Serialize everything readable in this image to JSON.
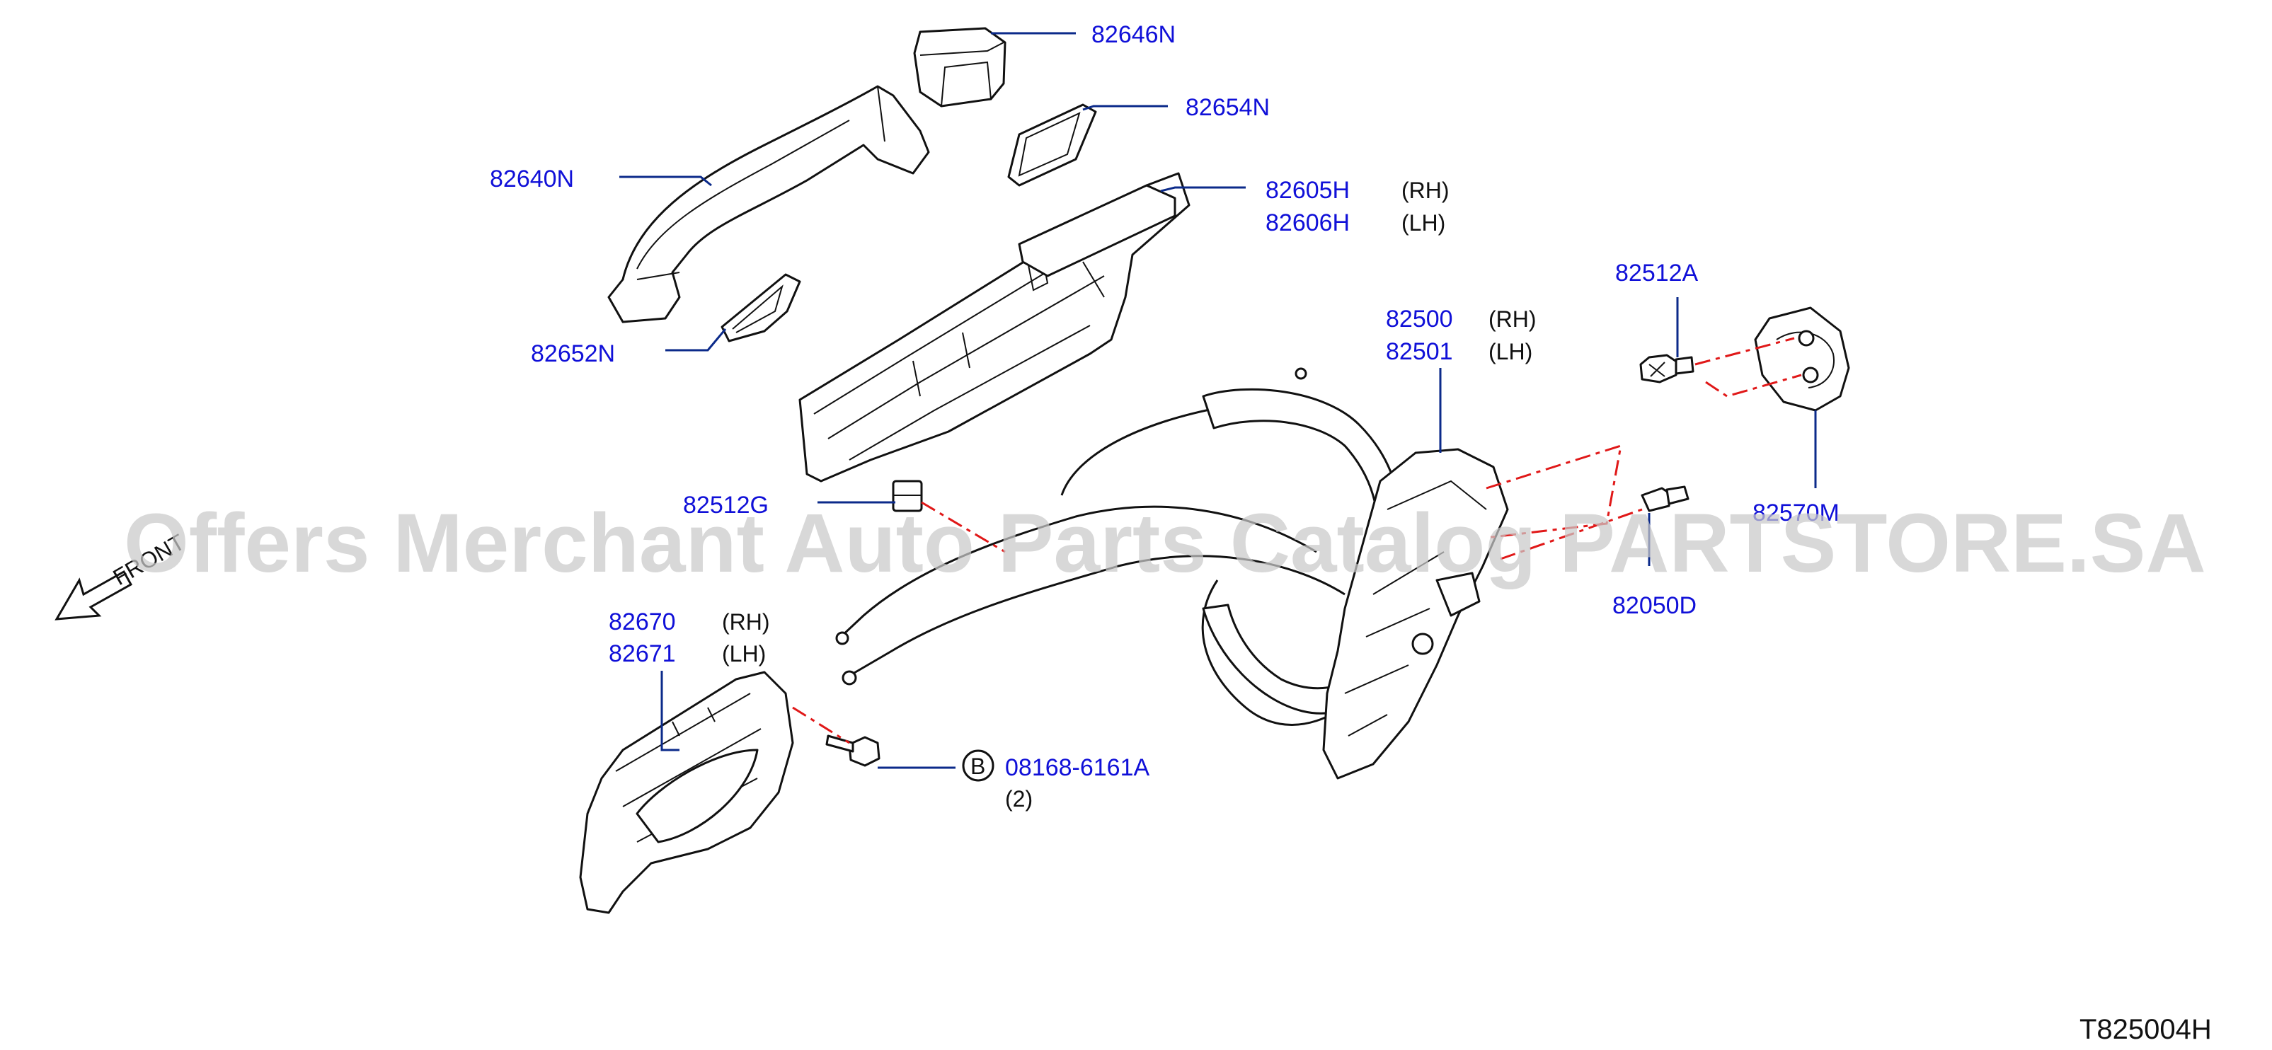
{
  "labels": {
    "p82646N": "82646N",
    "p82654N": "82654N",
    "p82640N": "82640N",
    "p82605H": "82605H",
    "p82606H": "82606H",
    "p82652N": "82652N",
    "p82512A": "82512A",
    "p82500": "82500",
    "p82501": "82501",
    "p82512G": "82512G",
    "p82570M": "82570M",
    "p82050D": "82050D",
    "p82670": "82670",
    "p82671": "82671",
    "p08168": "08168-6161A",
    "qty08168": "(2)",
    "bolt_badge": "B",
    "rh": "(RH)",
    "lh": "(LH)",
    "front": "FRONT"
  },
  "figure_code": "T825004H",
  "watermark": "Offers Merchant Auto Parts Catalog PARTSTORE.SA",
  "colors": {
    "label": "#1010d8",
    "leader": "#0b2a8a",
    "guide": "#e01818",
    "line": "#111111",
    "watermark": "#c9c9c9"
  }
}
